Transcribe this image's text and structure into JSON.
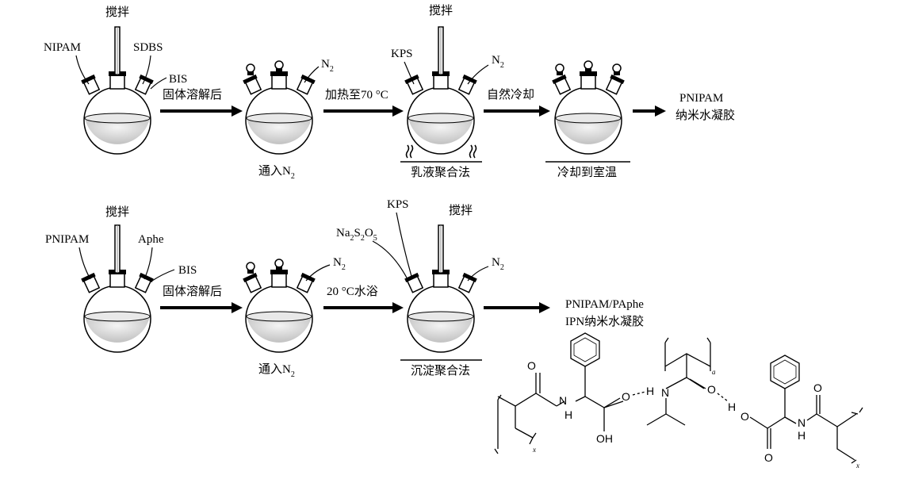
{
  "row1": {
    "flask1": {
      "stir": "搅拌",
      "left_reagent": "NIPAM",
      "right_reagent": "SDBS",
      "extra_reagent": "BIS"
    },
    "arrow1": "固体溶解后",
    "flask2": {
      "gas": "N",
      "gas_sub": "2",
      "caption": "通入N",
      "caption_sub": "2"
    },
    "arrow2": "加热至70 °C",
    "flask3": {
      "stir": "搅拌",
      "reagent": "KPS",
      "gas": "N",
      "gas_sub": "2",
      "caption": "乳液聚合法"
    },
    "arrow3": "自然冷却",
    "flask4": {
      "caption": "冷却到室温"
    },
    "product": {
      "line1": "PNIPAM",
      "line2": "纳米水凝胶"
    }
  },
  "row2": {
    "flask1": {
      "stir": "搅拌",
      "left_reagent": "PNIPAM",
      "right_reagent": "Aphe",
      "extra_reagent": "BIS"
    },
    "arrow1": "固体溶解后",
    "flask2": {
      "gas": "N",
      "gas_sub": "2",
      "caption": "通入N",
      "caption_sub": "2"
    },
    "arrow2": "20 °C水浴",
    "flask3": {
      "stir": "搅拌",
      "reagent_top": "KPS",
      "reagent_left": "Na",
      "reagent_left_sub1": "2",
      "reagent_left_mid": "S",
      "reagent_left_sub2": "2",
      "reagent_left_end": "O",
      "reagent_left_sub3": "5",
      "gas": "N",
      "gas_sub": "2",
      "caption": "沉淀聚合法"
    },
    "product": {
      "line1": "PNIPAM/PAphe",
      "line2": "IPN纳米水凝胶"
    }
  },
  "structure": {
    "hbond1": "H",
    "hbond2": "H",
    "oh": "OH",
    "nh": "H",
    "n": "N",
    "o": "O",
    "sub_x": "x",
    "sub_a": "a"
  }
}
